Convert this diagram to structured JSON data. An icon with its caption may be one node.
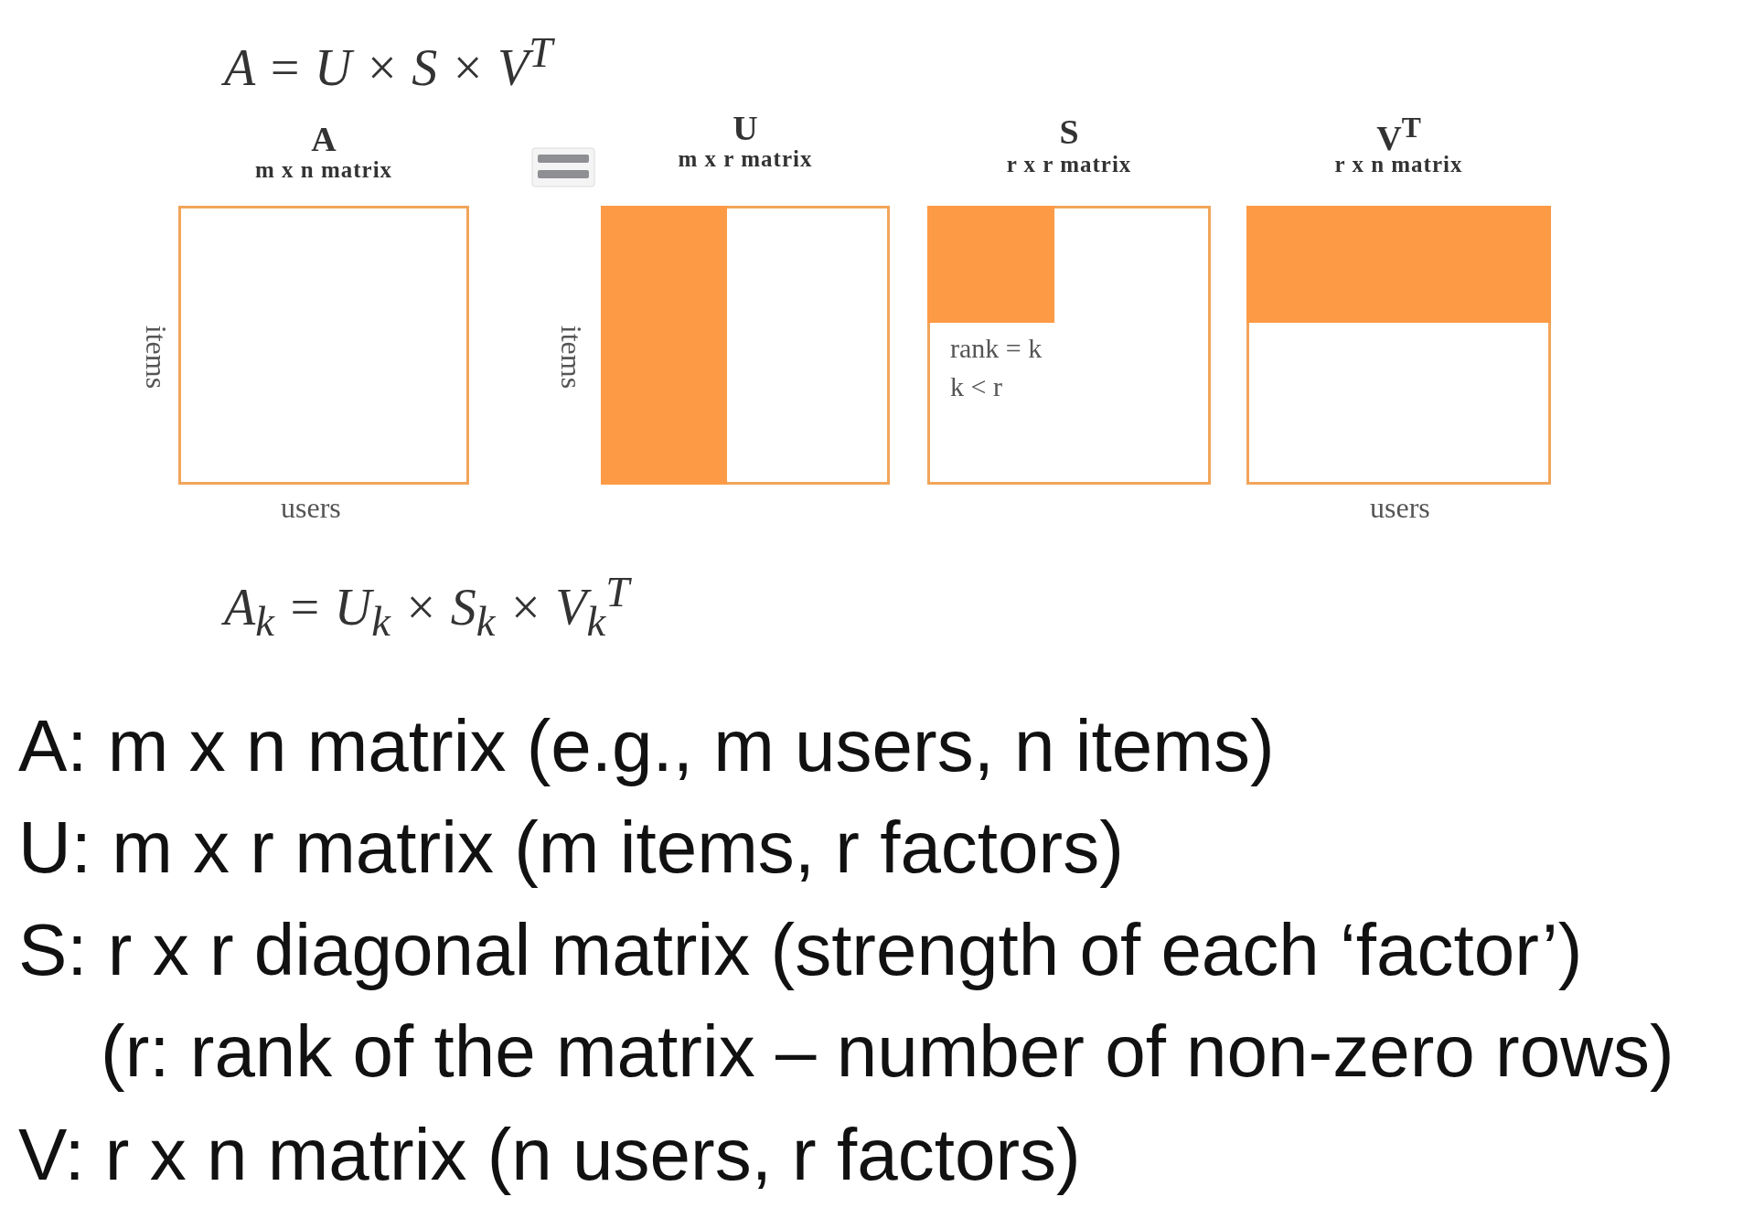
{
  "diagram": {
    "nodes": [
      {
        "text": [
          "A",
          "m x n matrix"
        ],
        "beside": [
          "items",
          "users"
        ]
      },
      {
        "text": [
          "U",
          "m x r matrix"
        ],
        "beside": [
          "items"
        ]
      },
      {
        "text": [],
        "shape": "box",
        "in": 1
      },
      {
        "text": [
          "S",
          "r x r matrix",
          "rank = k",
          "k < r"
        ]
      },
      {
        "text": [],
        "shape": "box",
        "in": 3
      },
      {
        "text": [
          "V$^{T}$",
          "r x n matrix"
        ],
        "beside": [
          "users"
        ]
      },
      {
        "text": [],
        "shape": "box",
        "in": 5
      }
    ],
    "labels": [
      "A = U × S × V$^{T}$",
      "A$_{k}$ = U$_{k}$ × S$_{k}$ × V$_{k}$$^{T}$",
      "A: m x n matrix (e.g., m users, n items)",
      "U: m x r matrix (m items, r factors)",
      "S: r x r diagonal matrix (strength of each ‘factor’)",
      "(r: rank of the matrix – number of non-zero rows)",
      "V: r x n matrix (n users, r factors)"
    ]
  }
}
